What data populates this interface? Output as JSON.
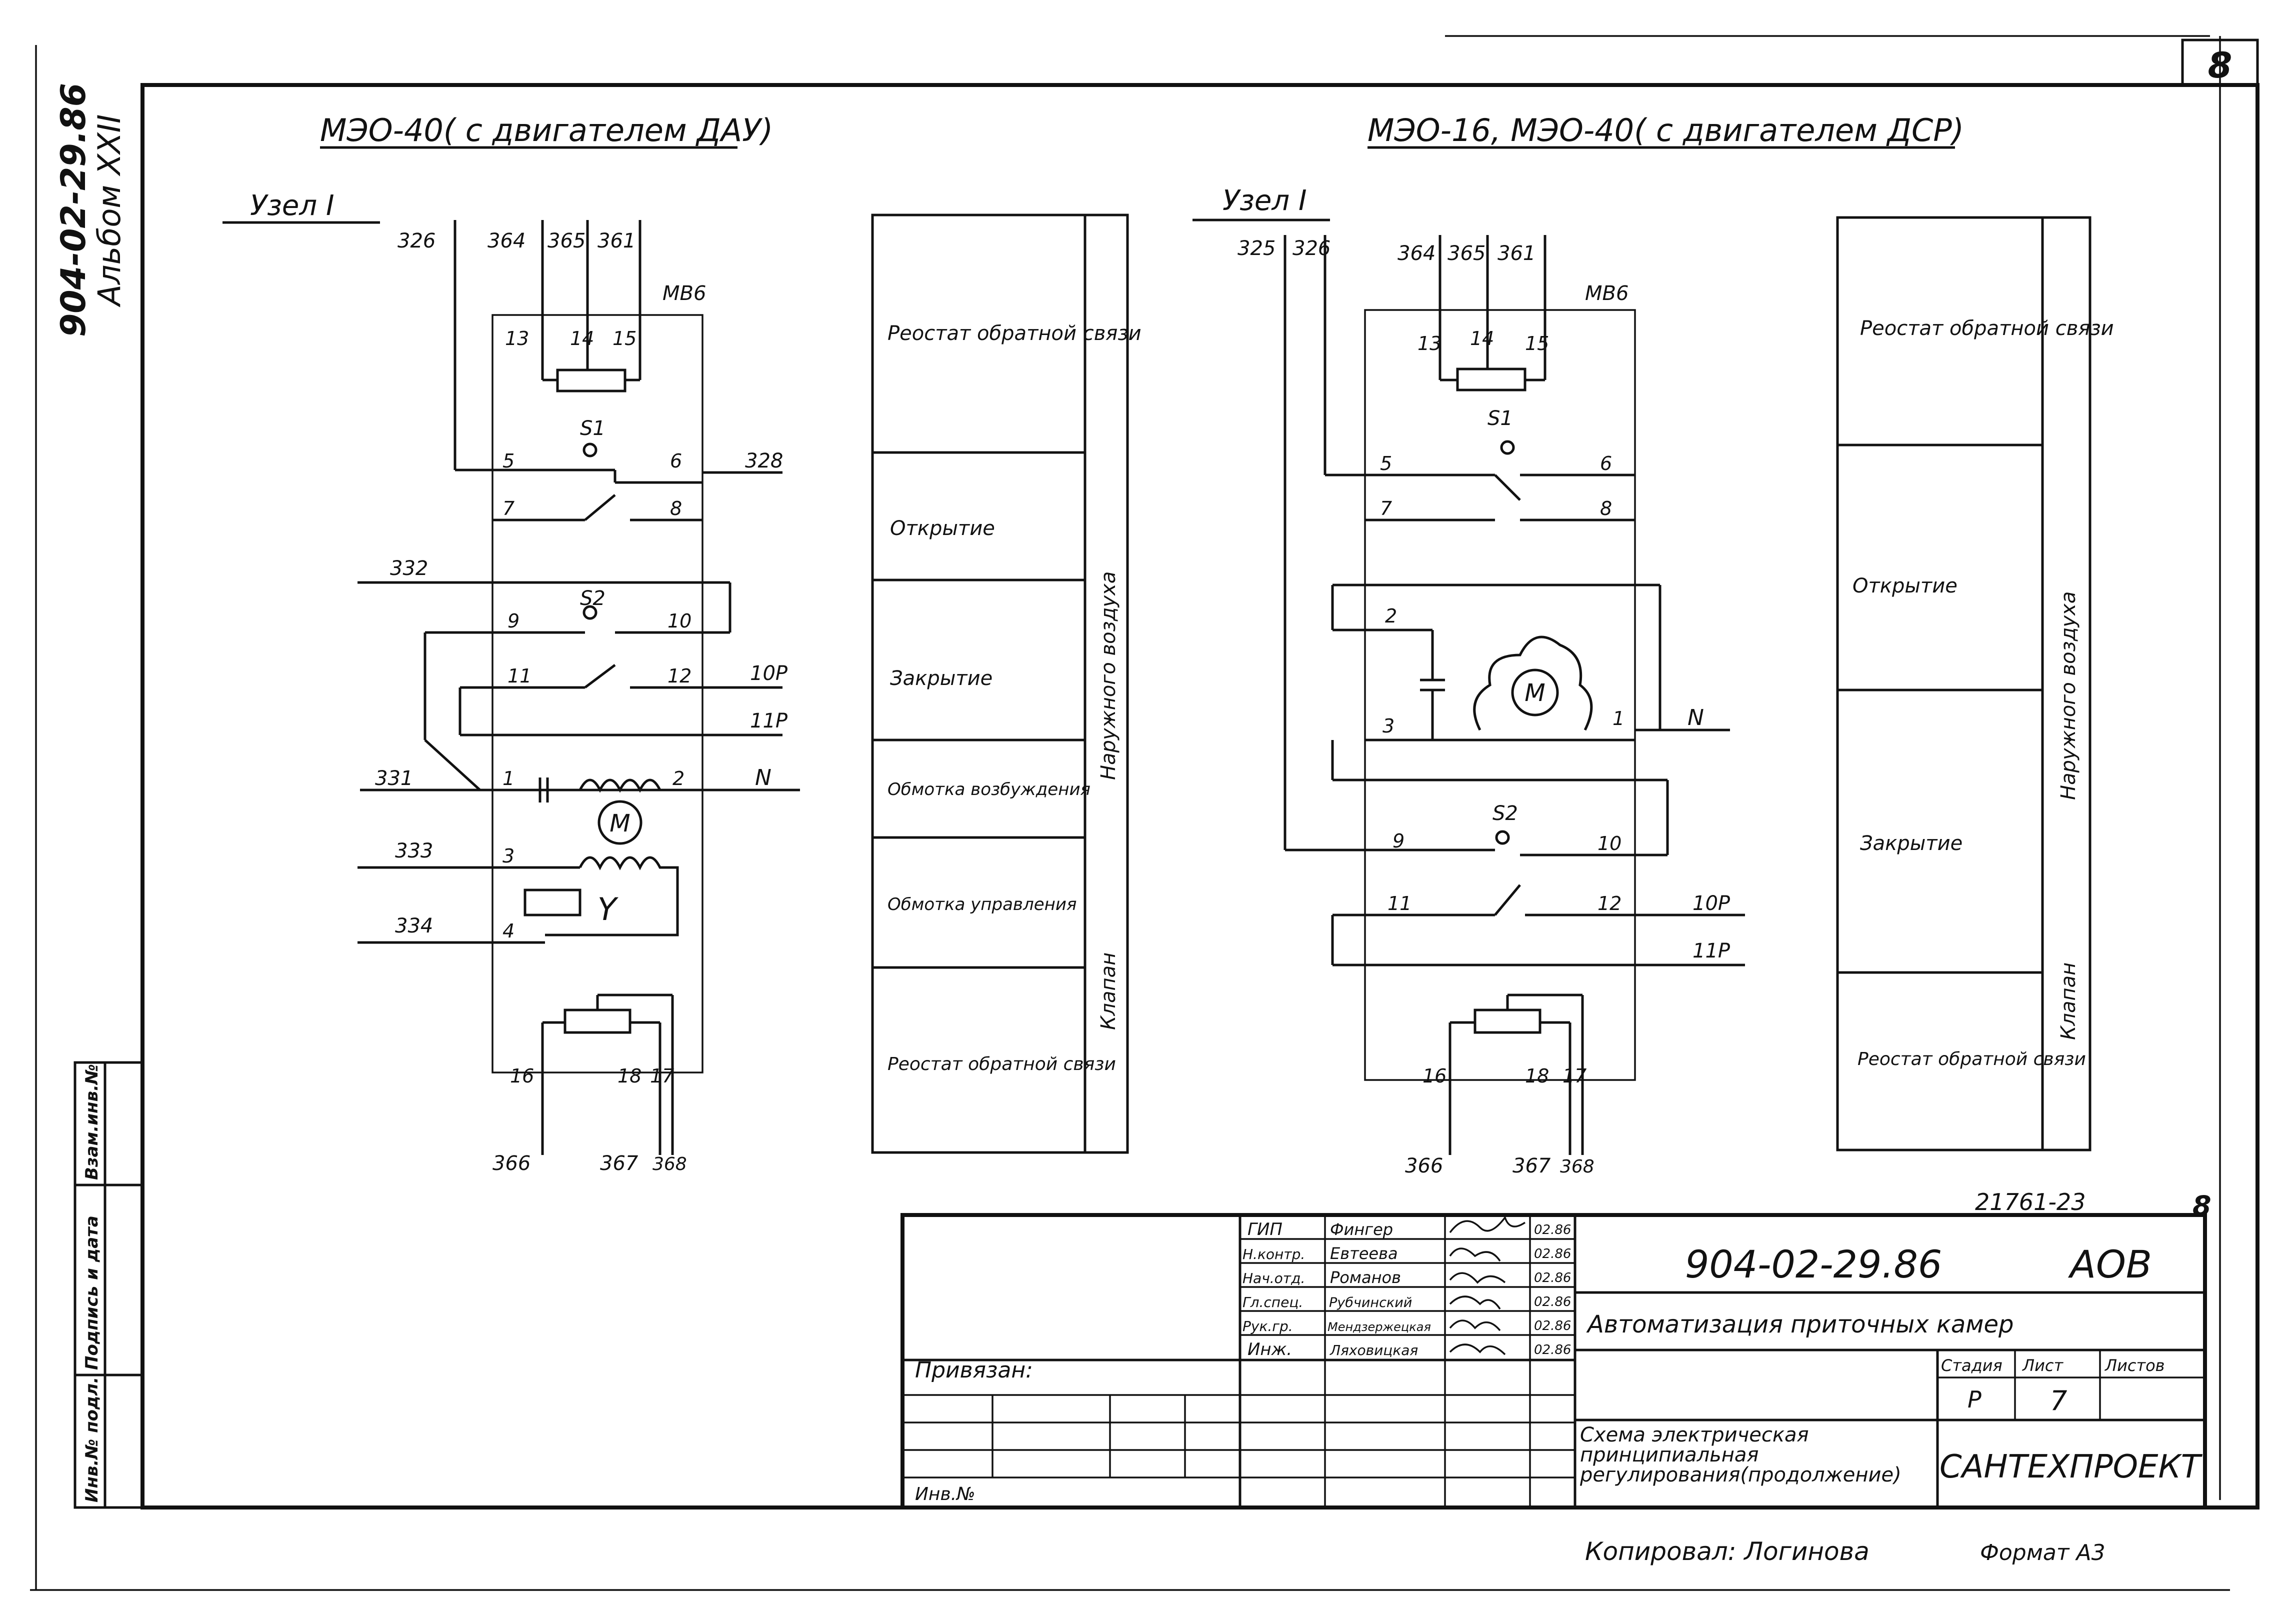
{
  "page": {
    "number": "8"
  },
  "margin": {
    "code": "904-02-29.86",
    "album": "Альбом XXII"
  },
  "left_scheme": {
    "title": "МЭО-40( с двигателем ДАУ)",
    "node": "Узел I",
    "top_wires": [
      "326",
      "364",
      "365",
      "361"
    ],
    "mechanism": "МВ6",
    "pins_top": [
      "13",
      "14",
      "15"
    ],
    "switch1": "S1",
    "switch2": "S2",
    "pins": [
      "5",
      "6",
      "7",
      "8",
      "9",
      "10",
      "11",
      "12",
      "1",
      "2",
      "3",
      "4",
      "16",
      "18",
      "17"
    ],
    "wires": {
      "w328": "328",
      "w332": "332",
      "w10p": "10Р",
      "w11p": "11Р",
      "w331": "331",
      "wN": "N",
      "w333": "333",
      "w334": "334"
    },
    "motor": "M",
    "coil": "Y",
    "bottom_wires": [
      "366",
      "367",
      "368"
    ]
  },
  "right_scheme": {
    "title": "МЭО-16, МЭО-40( с двигателем ДСР)",
    "node": "Узел I",
    "top_wires": [
      "325",
      "326",
      "364",
      "365",
      "361"
    ],
    "mechanism": "МВ6",
    "pins_top": [
      "13",
      "14",
      "15"
    ],
    "switch1": "S1",
    "switch2": "S2",
    "pins": [
      "5",
      "6",
      "7",
      "8",
      "2",
      "3",
      "1",
      "9",
      "10",
      "11",
      "12",
      "16",
      "18",
      "17"
    ],
    "wires": {
      "wN": "N",
      "w10p": "10Р",
      "w11p": "11Р"
    },
    "motor": "M",
    "bottom_wires": [
      "366",
      "367",
      "368"
    ]
  },
  "legend_left": {
    "rows": [
      "Реостат обратной связи",
      "Открытие",
      "Закрытие",
      "Обмотка возбуждения",
      "Обмотка управления",
      "Реостат обратной связи"
    ],
    "side_top": "Наружного воздуха",
    "side_bottom": "Клапан"
  },
  "legend_right": {
    "rows": [
      "Реостат обратной связи",
      "Открытие",
      "Закрытие",
      "Реостат обратной связи"
    ],
    "side_top": "Наружного воздуха",
    "side_bottom": "Клапан"
  },
  "side_stamp": [
    "Инв.№ подл.",
    "Подпись и дата",
    "Взам.инв.№"
  ],
  "title_block": {
    "archive_no": "21761-23",
    "sheet_mark": "8",
    "roles": [
      "ГИП",
      "Н.контр.",
      "Нач.отд.",
      "Гл.спец.",
      "Рук.гр.",
      "Инж."
    ],
    "names": [
      "Фингер",
      "Евтеева",
      "Романов",
      "Рубчинский",
      "Мендзержецкая",
      "Ляховицкая"
    ],
    "dates": [
      "02.86",
      "02.86",
      "02.86",
      "02.86",
      "02.86",
      "02.86"
    ],
    "code": "904-02-29.86",
    "mark": "АОВ",
    "subject": "Автоматизация приточных камер",
    "col_stage": "Стадия",
    "col_sheet": "Лист",
    "col_sheets": "Листов",
    "stage": "Р",
    "sheet": "7",
    "description": "Схема электрическая принципиальная регулирования(продолжение)",
    "org": "САНТЕХПРОЕКТ",
    "linked": "Привязан:",
    "inv": "Инв.№"
  },
  "footer": {
    "copied": "Копировал: Логинова",
    "format": "Формат А3"
  }
}
